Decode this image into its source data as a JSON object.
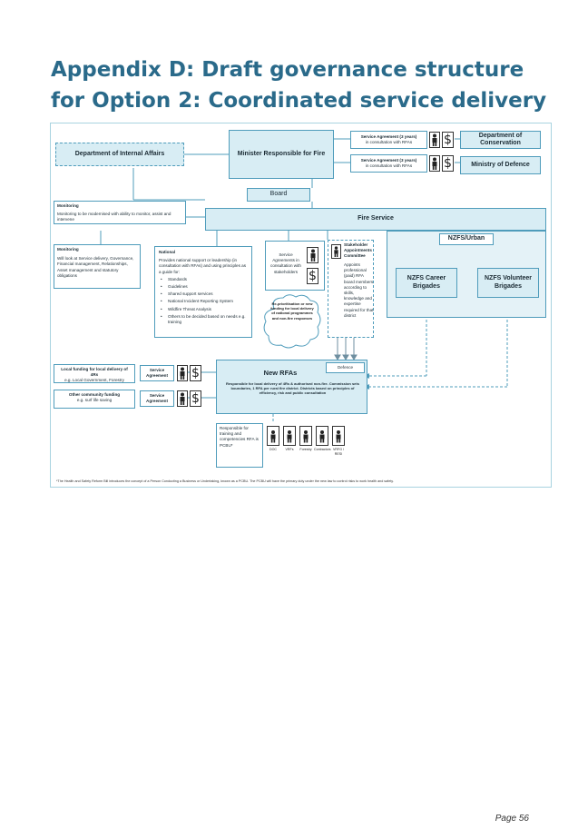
{
  "title": {
    "line1": "Appendix D: Draft governance structure",
    "line2": "for Option 2: Coordinated service delivery"
  },
  "diagram": {
    "dia": "Department of Internal Affairs",
    "minister": "Minister Responsible for Fire",
    "sa1": {
      "title": "Service Agreement (3 years)",
      "sub": "in consultation with RFAs"
    },
    "sa2": {
      "title": "Service Agreement (3 years)",
      "sub": "in consultation with RFAs"
    },
    "doc": "Department of Conservation",
    "mod": "Ministry of Defence",
    "board": "Board",
    "monitoring1": {
      "heading": "Monitoring",
      "body": "Monitoring to be modernised with ability to monitor, assist and intervene"
    },
    "fire_service": "Fire Service",
    "monitoring2": {
      "heading": "Monitoring",
      "body": "Will look at Service delivery, Governance, Financial management, Relationships, Asset management and statutory obligations"
    },
    "national": {
      "heading": "National",
      "intro": "Provides national support or leadership (in consultation with RFAs) and using principles as a guide for:",
      "items": [
        "Standards",
        "Guidelines",
        "Shared support services",
        "National Incident Reporting System",
        "Wildfire Threat Analysis",
        "Others to be decided based on needs e.g. training"
      ]
    },
    "service_agreements": "Service Agreements in consultation with stakeholders",
    "stakeholder": {
      "heading": "Stakeholder Appointments Committee",
      "body": "Appoints professional (paid) RFA board members according to skills, knowledge and expertise required for that district"
    },
    "cloud": "Re-prioritisation or new funding for local delivery of national programmes and non-fire responses",
    "nzfs_urban": "NZFS/Urban",
    "career": "NZFS Career Brigades",
    "volunteer": "NZFS Volunteer Brigades",
    "local_funding": {
      "heading": "Local funding for local delivery of 4Rs",
      "sub": "e.g. Local Government, Forestry"
    },
    "other_funding": {
      "heading": "Other community funding",
      "sub": "e.g. surf life saving"
    },
    "sa_small1": "Service Agreement",
    "sa_small2": "Service Agreement",
    "defence": "Defence",
    "new_rfas": {
      "heading": "New RFAs",
      "body": "Responsible for local delivery of 4Rs & authorised non-fire. Commission sets boundaries, 1 RFA per rural fire district. Districts based on principles of efficiency, risk and public consultation"
    },
    "responsible": "Responsible for training and competencies RFA is PCBU*",
    "people": [
      "DOC",
      "VRFs",
      "Forestry",
      "Contractors",
      "VRFG / RESI"
    ],
    "footnote": "*The Health and Safety Reform Bill introduces the concept of a Person Conducting a Business or Undertaking, known as a PCBU. The PCBU will have the primary duty under the new law to control risks to work health and safety."
  },
  "colors": {
    "title": "#2a6a8a",
    "box_fill": "#d8edf4",
    "box_border": "#4f9cbb",
    "frame": "#a9d3e0"
  },
  "icons": [
    "person-icon",
    "dollar-icon",
    "cloud-shape"
  ],
  "page_number": "Page 56"
}
